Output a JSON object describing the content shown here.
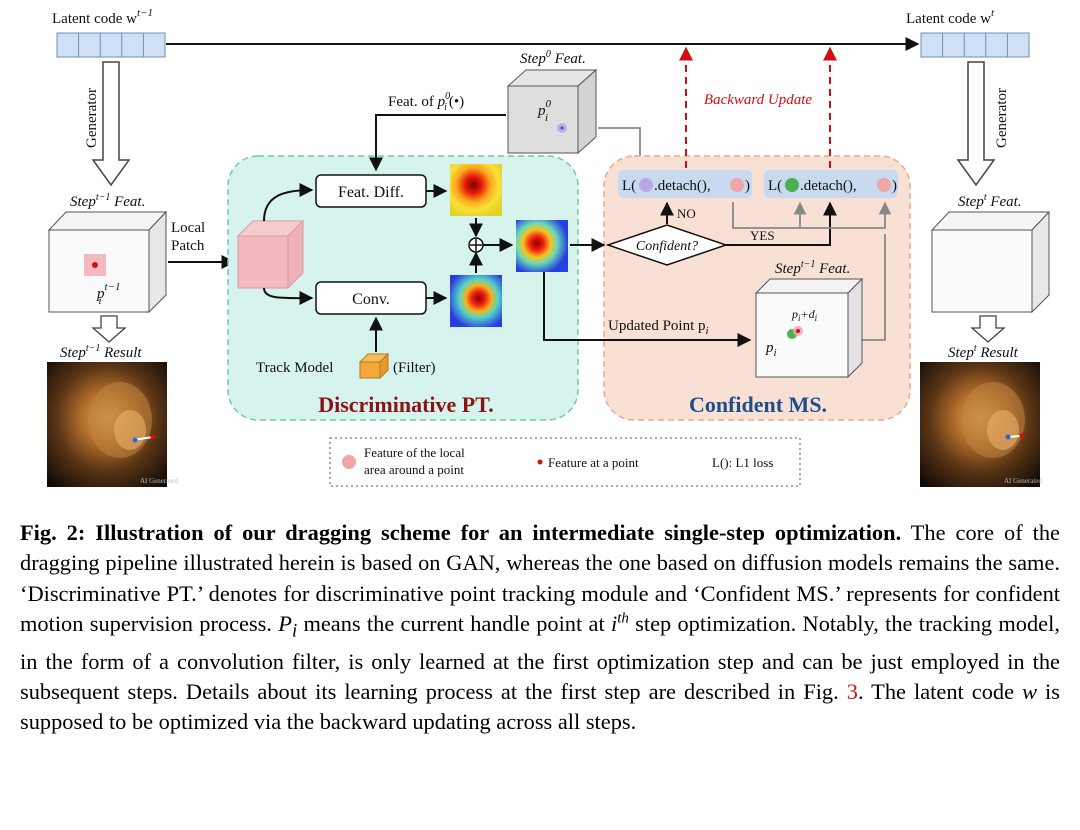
{
  "figure": {
    "latent_left": "Latent code w",
    "latent_left_sup": "t−1",
    "latent_right": "Latent code w",
    "latent_right_sup": "t",
    "generator_left": "Generator",
    "generator_right": "Generator",
    "step_prev_feat": "Step",
    "step_prev_feat_sup": "t−1",
    "step_prev_feat_suffix": " Feat.",
    "step_cur_feat": "Step",
    "step_cur_feat_sup": "t",
    "step_cur_feat_suffix": " Feat.",
    "step0_feat": "Step",
    "step0_feat_sup": "0",
    "step0_feat_suffix": " Feat.",
    "point_prev": "p",
    "point_prev_sup": "t−1",
    "point_prev_sub": "i",
    "point_p0": "p",
    "point_p0_sup": "0",
    "point_p0_sub": "i",
    "local_patch": [
      "Local",
      "Patch"
    ],
    "feat_of_p0": "Feat. of ",
    "feat_of_p0_tail": "(•)",
    "feat_diff": "Feat. Diff.",
    "conv": "Conv.",
    "track_model": "Track Model",
    "filter": "(Filter)",
    "discriminative_pt": "Discriminative PT.",
    "confident_ms": "Confident MS.",
    "backward_update": "Backward Update",
    "loss_left": "L(",
    "loss_detach": ".detach(),",
    "loss_close": ")",
    "no": "NO",
    "yes": "YES",
    "confident_q": "Confident?",
    "updated_point": "Updated Point p",
    "updated_point_sub": "i",
    "point_pd": "p",
    "point_pd_sub": "i",
    "point_pd_tail": "+d",
    "point_pd_sub2": "i",
    "step_prev_result": "Step",
    "step_prev_result_sup": "t−1",
    "step_prev_result_suffix": " Result",
    "step_cur_result": "Step",
    "step_cur_result_sup": "t",
    "step_cur_result_suffix": " Result",
    "ai_generated": "AI Generated",
    "legend_local": [
      "Feature of the local",
      "area around a point"
    ],
    "legend_point": "Feature at a point",
    "legend_loss": "L(): L1 loss"
  },
  "colors": {
    "discriminative_bg": "#d6f3ee",
    "confident_bg": "#f9e0d4",
    "loss_box": "#c9daf0",
    "backward_red": "#d01010",
    "patch_pink": "#f3b9be"
  },
  "caption": {
    "fig_label": "Fig. 2:",
    "title": "Illustration of our dragging scheme for an intermediate single-step optimization.",
    "s1": "The core of the dragging pipeline illustrated herein is based on GAN, whereas the one based on diffusion models remains the same. ‘Discriminative PT.’ denotes for discriminative point tracking module and ‘Confident MS.’ represents for confident motion supervision process.",
    "p_sym": "P",
    "p_sub": "i",
    "s2": "means the current handle point at",
    "i_sym": "i",
    "i_sup": "th",
    "s3": "step optimization. Notably, the tracking model, in the form of a convolution filter, is only learned at the first optimization step and can be just employed in the subsequent steps. Details about its learning process at the first step are described in Fig.",
    "fig_ref": "3",
    "s4": ". The latent code",
    "w_sym": "w",
    "s5": "is supposed to be optimized via the backward updating across all steps."
  }
}
